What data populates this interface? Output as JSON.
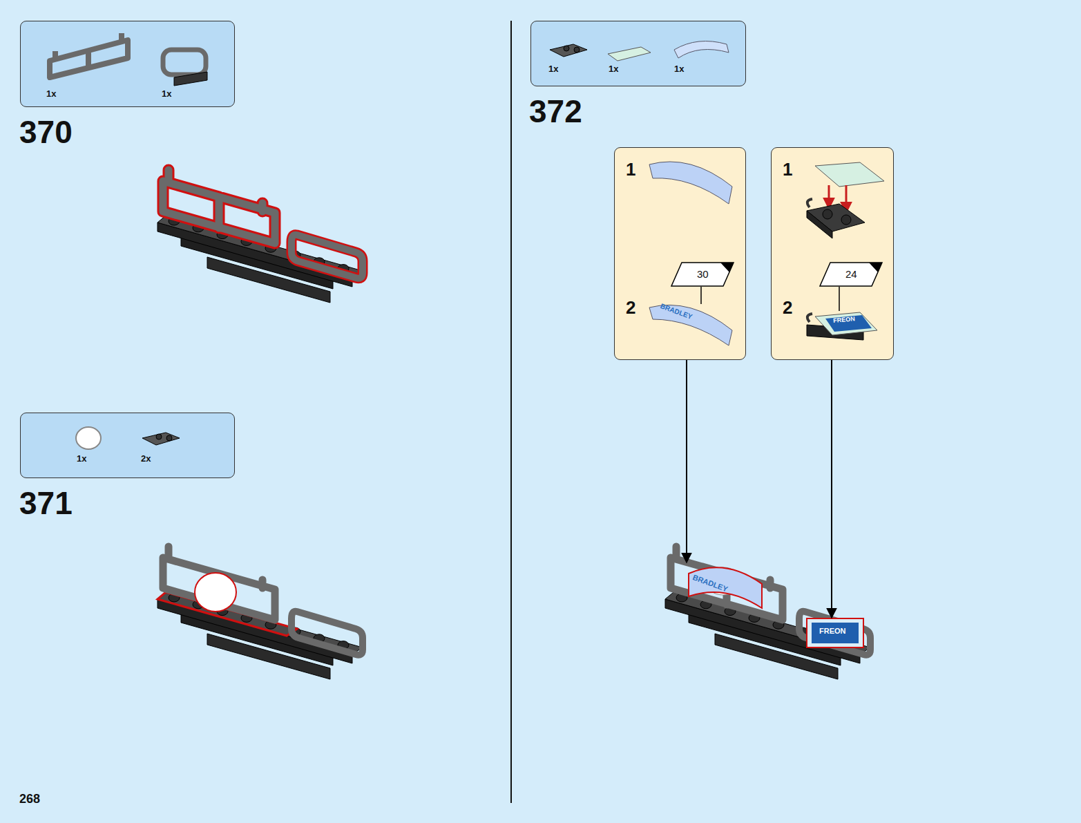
{
  "diagram": {
    "nodes": [
      {
        "text": [
          "1x",
          "1x"
        ]
      },
      {
        "text": [
          "1x",
          "2x"
        ]
      },
      {
        "text": [
          "1x",
          "1x",
          "1x"
        ]
      },
      {
        "text": [
          "1",
          "2"
        ]
      },
      {
        "text": [
          "30"
        ],
        "in": 3
      },
      {
        "text": [
          "1",
          "2"
        ]
      },
      {
        "text": [
          "24"
        ],
        "in": 5
      }
    ],
    "labels": [
      "370",
      "371",
      "372",
      "BRADLEY",
      "FREON",
      "BRADLEY",
      "FREON",
      "268"
    ]
  }
}
